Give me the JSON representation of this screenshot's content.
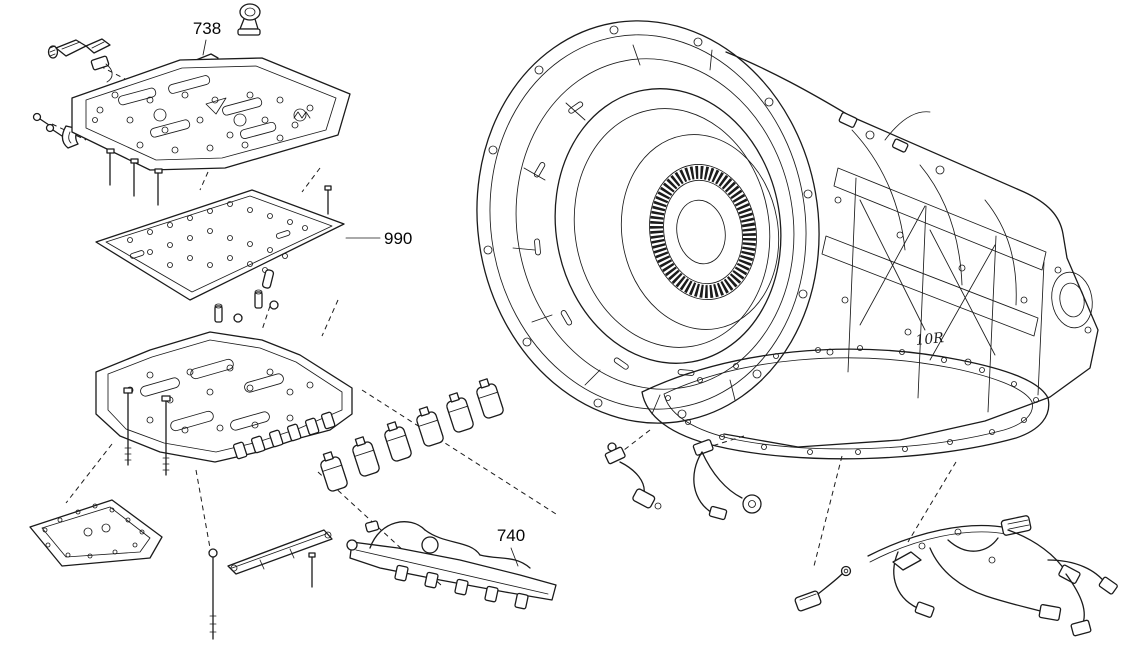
{
  "diagram": {
    "callouts": [
      {
        "label": "738"
      },
      {
        "label": "990"
      },
      {
        "label": "740"
      }
    ],
    "case_mark": "10R"
  }
}
